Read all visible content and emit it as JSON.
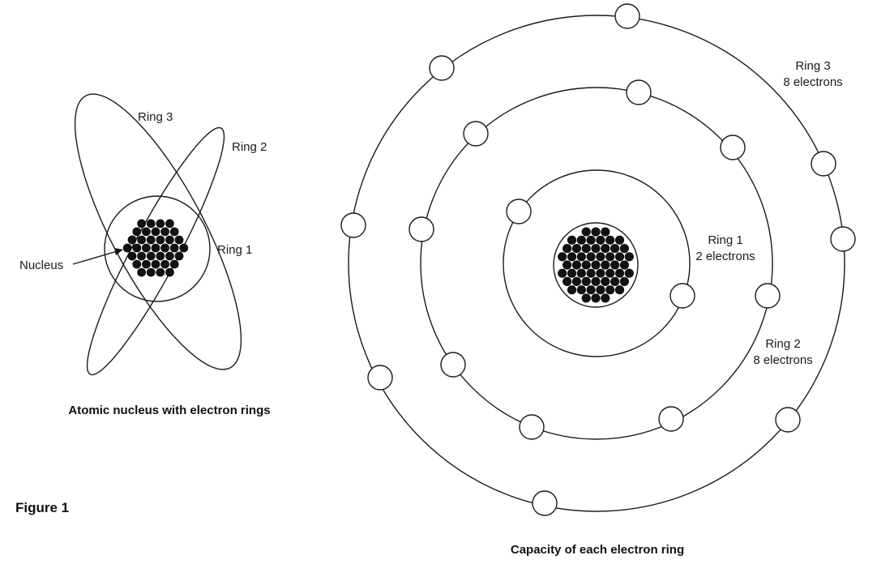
{
  "figure_label": "Figure 1",
  "left_panel": {
    "caption": "Atomic nucleus with electron rings",
    "labels": {
      "ring3": "Ring 3",
      "ring2": "Ring 2",
      "ring1": "Ring 1",
      "nucleus": "Nucleus"
    }
  },
  "right_panel": {
    "caption": "Capacity of each electron ring",
    "rings": [
      {
        "name": "Ring 1",
        "capacity": "2 electrons",
        "electron_count": 2
      },
      {
        "name": "Ring 2",
        "capacity": "8 electrons",
        "electron_count": 8
      },
      {
        "name": "Ring 3",
        "capacity": "8 electrons",
        "electron_count": 8
      }
    ]
  }
}
